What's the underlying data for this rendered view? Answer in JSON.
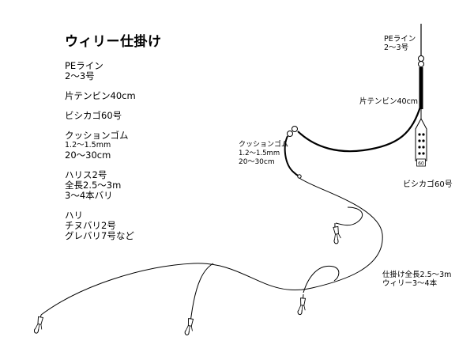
{
  "title": "ウィリー仕掛け",
  "legend": [
    {
      "lines": [
        "PEライン",
        "2～3号"
      ]
    },
    {
      "lines": [
        "片テンビン40cm"
      ]
    },
    {
      "lines": [
        "ビシカゴ60号"
      ]
    },
    {
      "lines": [
        "クッションゴム",
        "1.2～1.5mm",
        "20～30cm"
      ],
      "small": [
        1
      ]
    },
    {
      "lines": [
        "ハリス2号",
        "全長2.5～3m",
        "3～4本バリ"
      ]
    },
    {
      "lines": [
        "ハリ",
        "チヌバリ2号",
        "グレバリ7号など"
      ]
    }
  ],
  "labels": {
    "pe_line": [
      "PEライン",
      "2～3号"
    ],
    "tenbin": "片テンビン40cm",
    "cushion": [
      "クッションゴム",
      "1.2～1.5mm",
      "20～30cm"
    ],
    "bishikago": "ビシカゴ60号",
    "bishikago_mark": "60",
    "total": [
      "仕掛け全長2.5～3m",
      "ウィリー3～4本"
    ]
  }
}
